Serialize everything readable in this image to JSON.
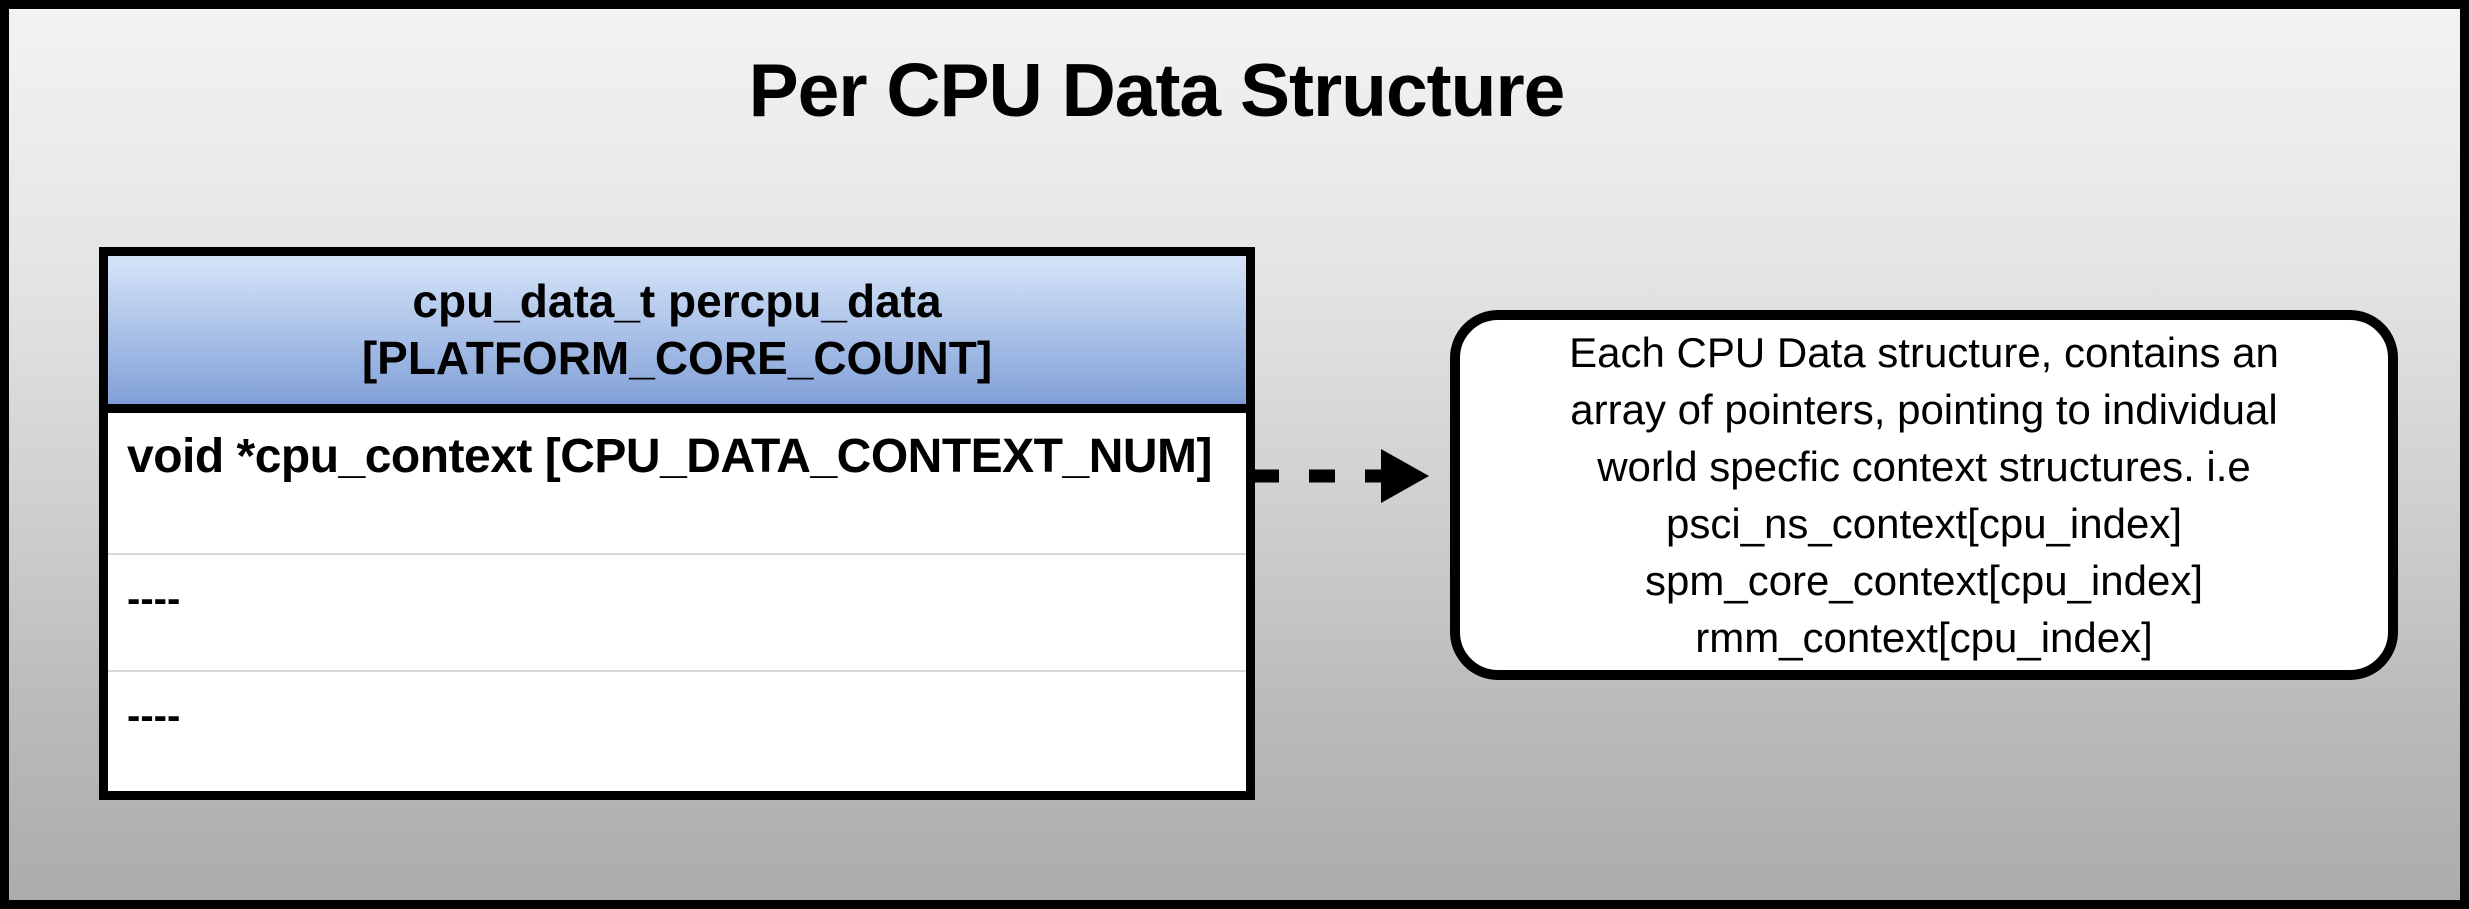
{
  "title": "Per CPU Data Structure",
  "table": {
    "header_line1": "cpu_data_t percpu_data",
    "header_line2": "[PLATFORM_CORE_COUNT]",
    "rows": [
      "void *cpu_context [CPU_DATA_CONTEXT_NUM]",
      "----",
      "----"
    ]
  },
  "arrow": {
    "style": "dashed",
    "direction": "right"
  },
  "callout": {
    "lines": [
      "Each CPU Data structure, contains an",
      "array of pointers, pointing to individual",
      "world specfic context structures. i.e",
      "psci_ns_context[cpu_index]",
      "spm_core_context[cpu_index]",
      "rmm_context[cpu_index]"
    ]
  },
  "colors": {
    "frame_border": "#000000",
    "background_top": "#f3f3f3",
    "background_bottom": "#acacac",
    "header_gradient_top": "#cfdff6",
    "header_gradient_bottom": "#85a3d9",
    "table_fill": "#ffffff",
    "row_divider": "#d8d8d8",
    "callout_fill": "#ffffff",
    "callout_border": "#000000",
    "text": "#000000"
  }
}
